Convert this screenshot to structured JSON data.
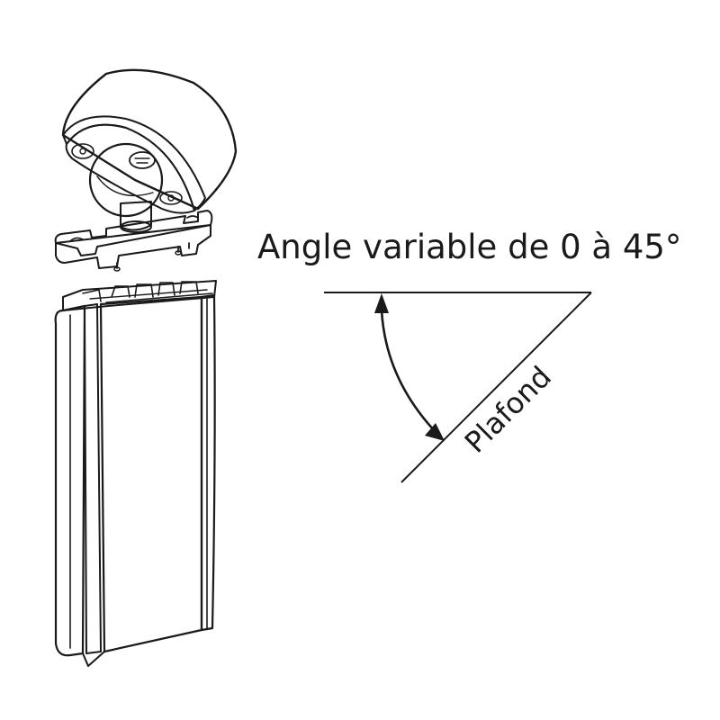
{
  "annotation": {
    "title": "Angle variable de 0 à 45°",
    "surface_label": "Plafond"
  },
  "angle_range": {
    "min_deg": 0,
    "max_deg": 45
  },
  "colors": {
    "ink": "#1a1a1a",
    "canopy_body": "#d9d9d9",
    "canopy_shade": "#bdbdbd",
    "metal_light": "#eeeeee",
    "profile_fill": "#ffffff"
  }
}
